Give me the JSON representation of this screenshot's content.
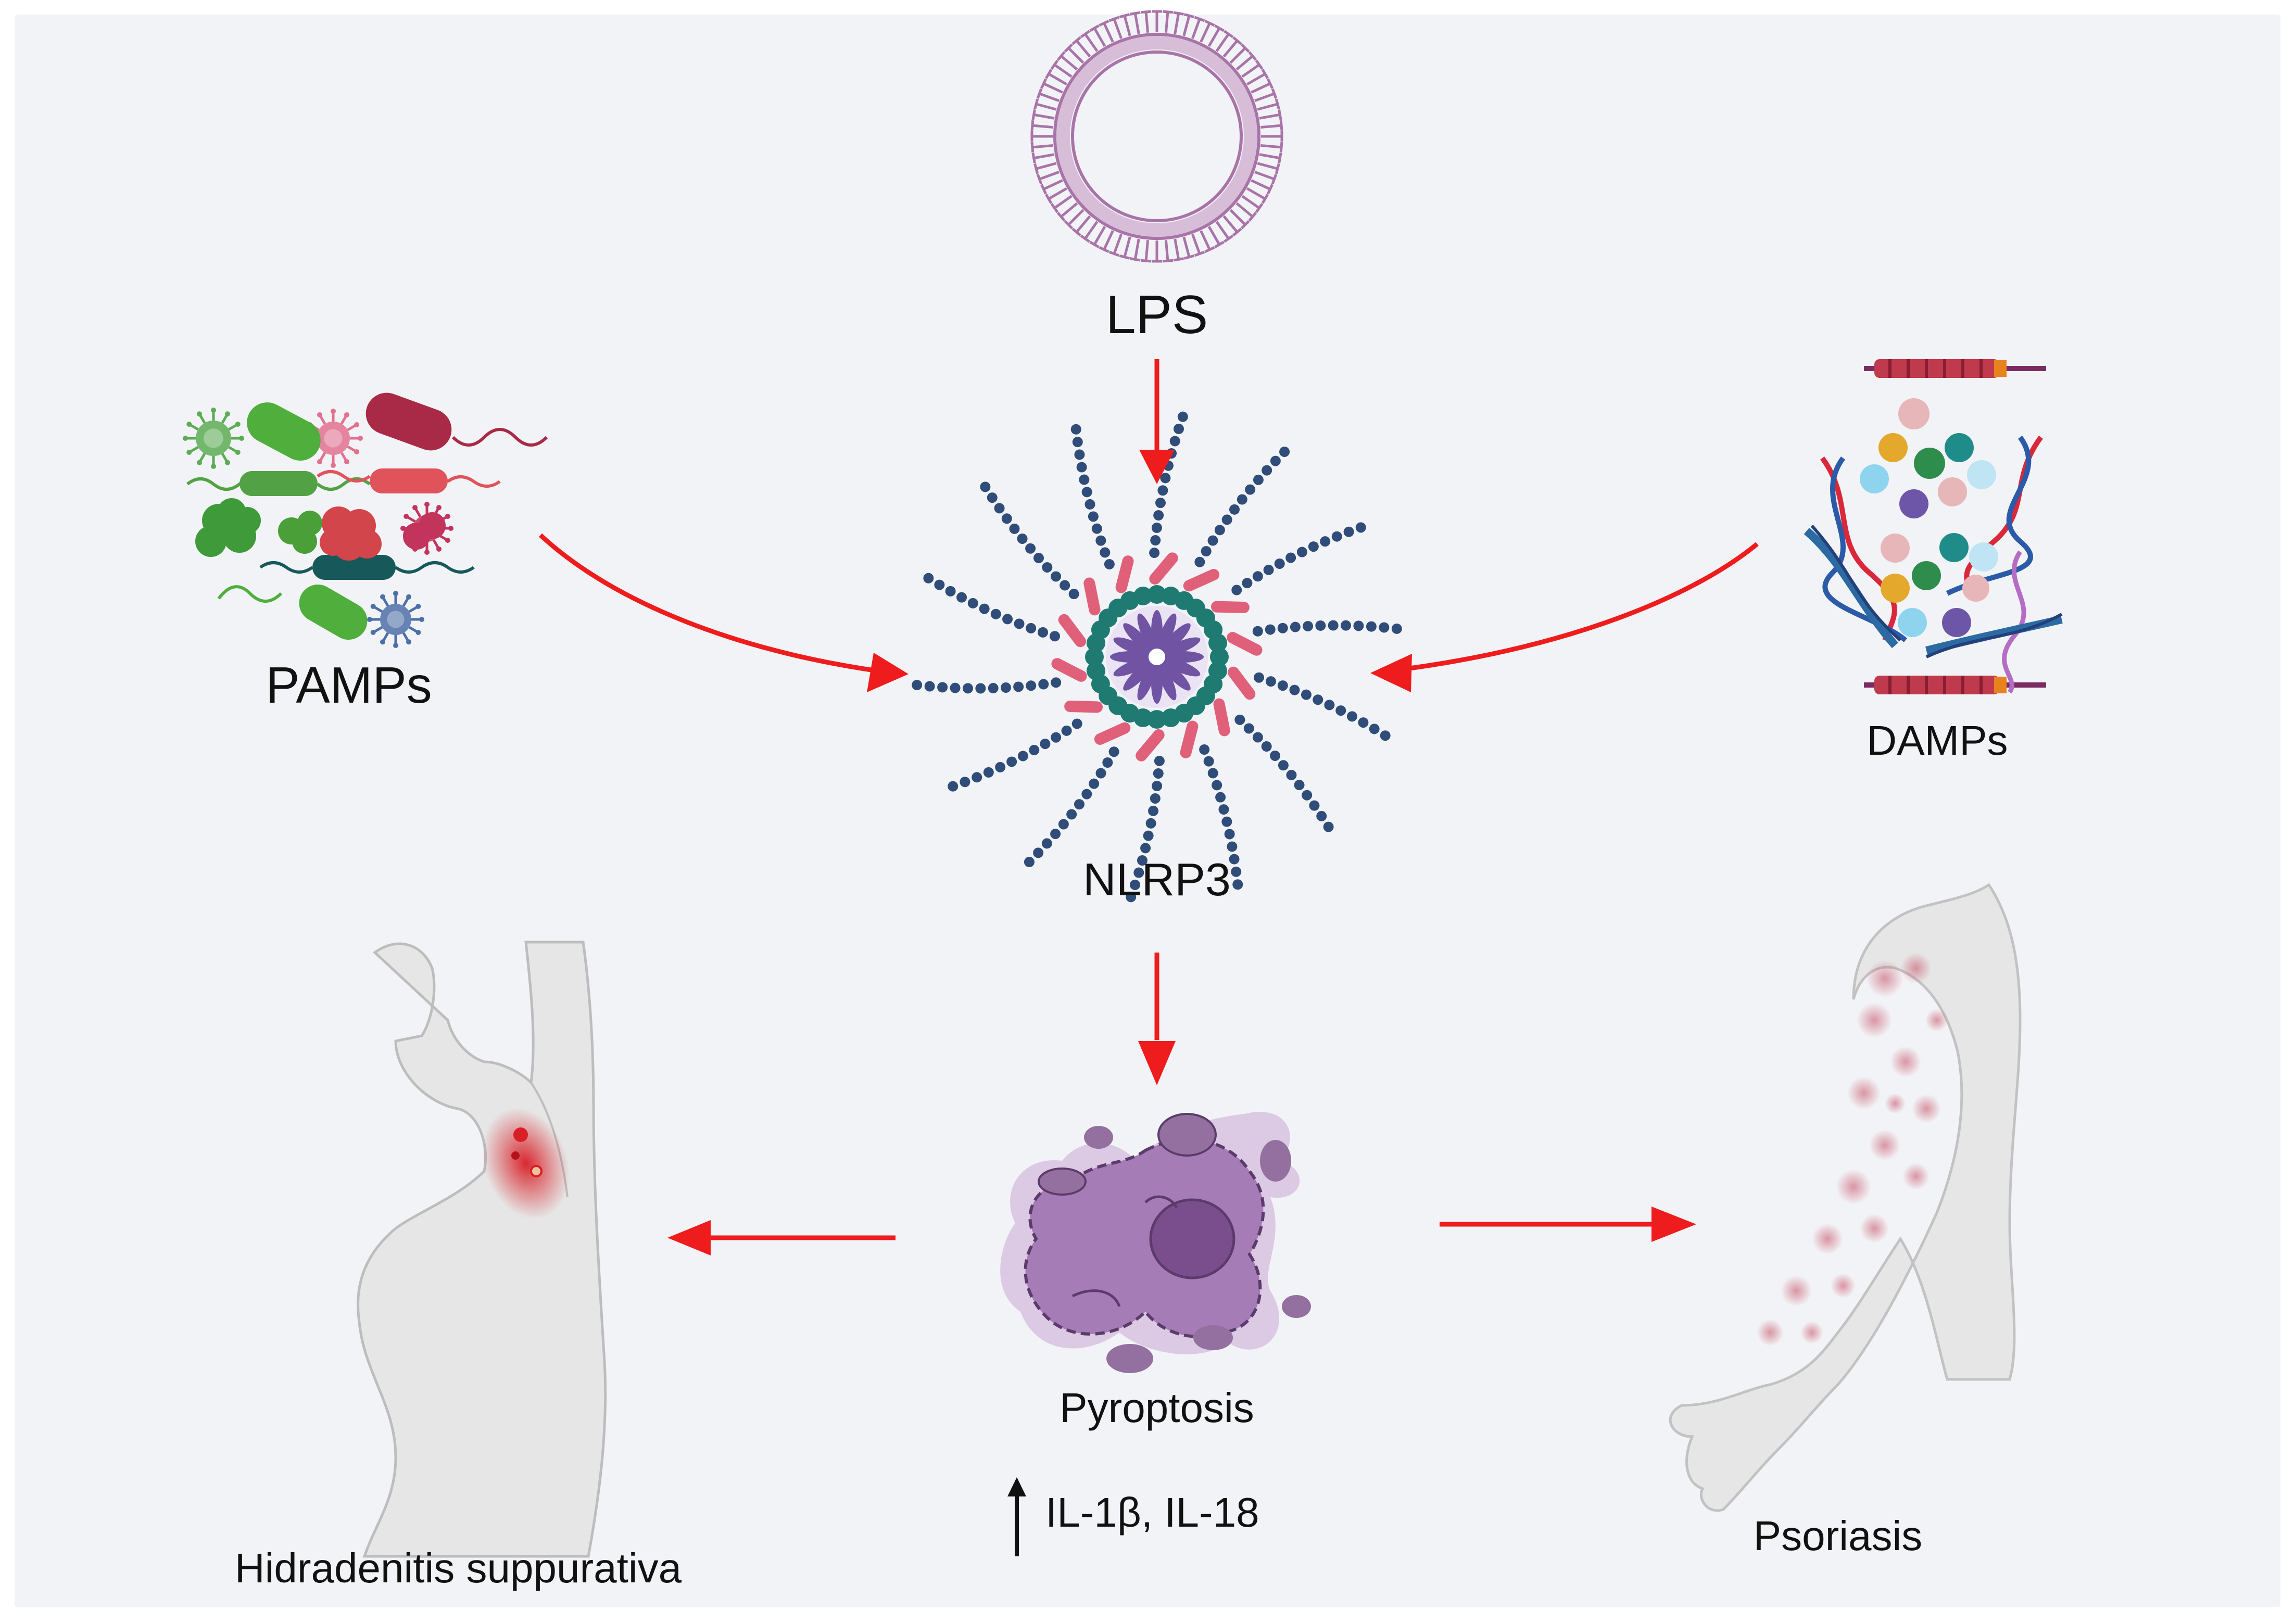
{
  "labels": {
    "lps": "LPS",
    "pamps": "PAMPs",
    "damps": "DAMPs",
    "nlrp3": "NLRP3",
    "pyroptosis": "Pyroptosis",
    "cytokines": "IL-1β, IL-18",
    "hs": "Hidradenitis suppurativa",
    "psoriasis": "Psoriasis"
  },
  "colors": {
    "background": "#f2f3f6",
    "arrow": "#ee1c1c",
    "membrane": "#a874a8",
    "node": "#2f4d78",
    "inflammasome_rim": "#e0607a",
    "inflammasome_ring": "#1f7a72",
    "inflammasome_core": "#7054a3",
    "cell": "#a67cb6",
    "skin": "#dcdcdc",
    "lesion": "#d81f26"
  }
}
